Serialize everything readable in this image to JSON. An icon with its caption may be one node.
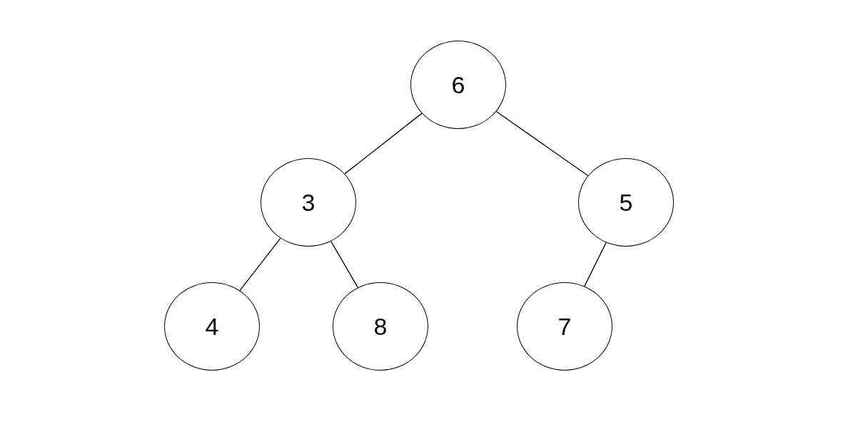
{
  "diagram": {
    "nodes": [
      {
        "text": [
          "6"
        ]
      },
      {
        "text": [
          "3"
        ]
      },
      {
        "text": [
          "5"
        ]
      },
      {
        "text": [
          "4"
        ]
      },
      {
        "text": [
          "8"
        ]
      },
      {
        "text": [
          "7"
        ]
      }
    ],
    "edges": [
      {
        "from": 0,
        "to": 1,
        "arrow": "none"
      },
      {
        "from": 0,
        "to": 2,
        "arrow": "none"
      },
      {
        "from": 1,
        "to": 3,
        "arrow": "none"
      },
      {
        "from": 1,
        "to": 4,
        "arrow": "none"
      },
      {
        "from": 2,
        "to": 5,
        "arrow": "none"
      }
    ]
  }
}
